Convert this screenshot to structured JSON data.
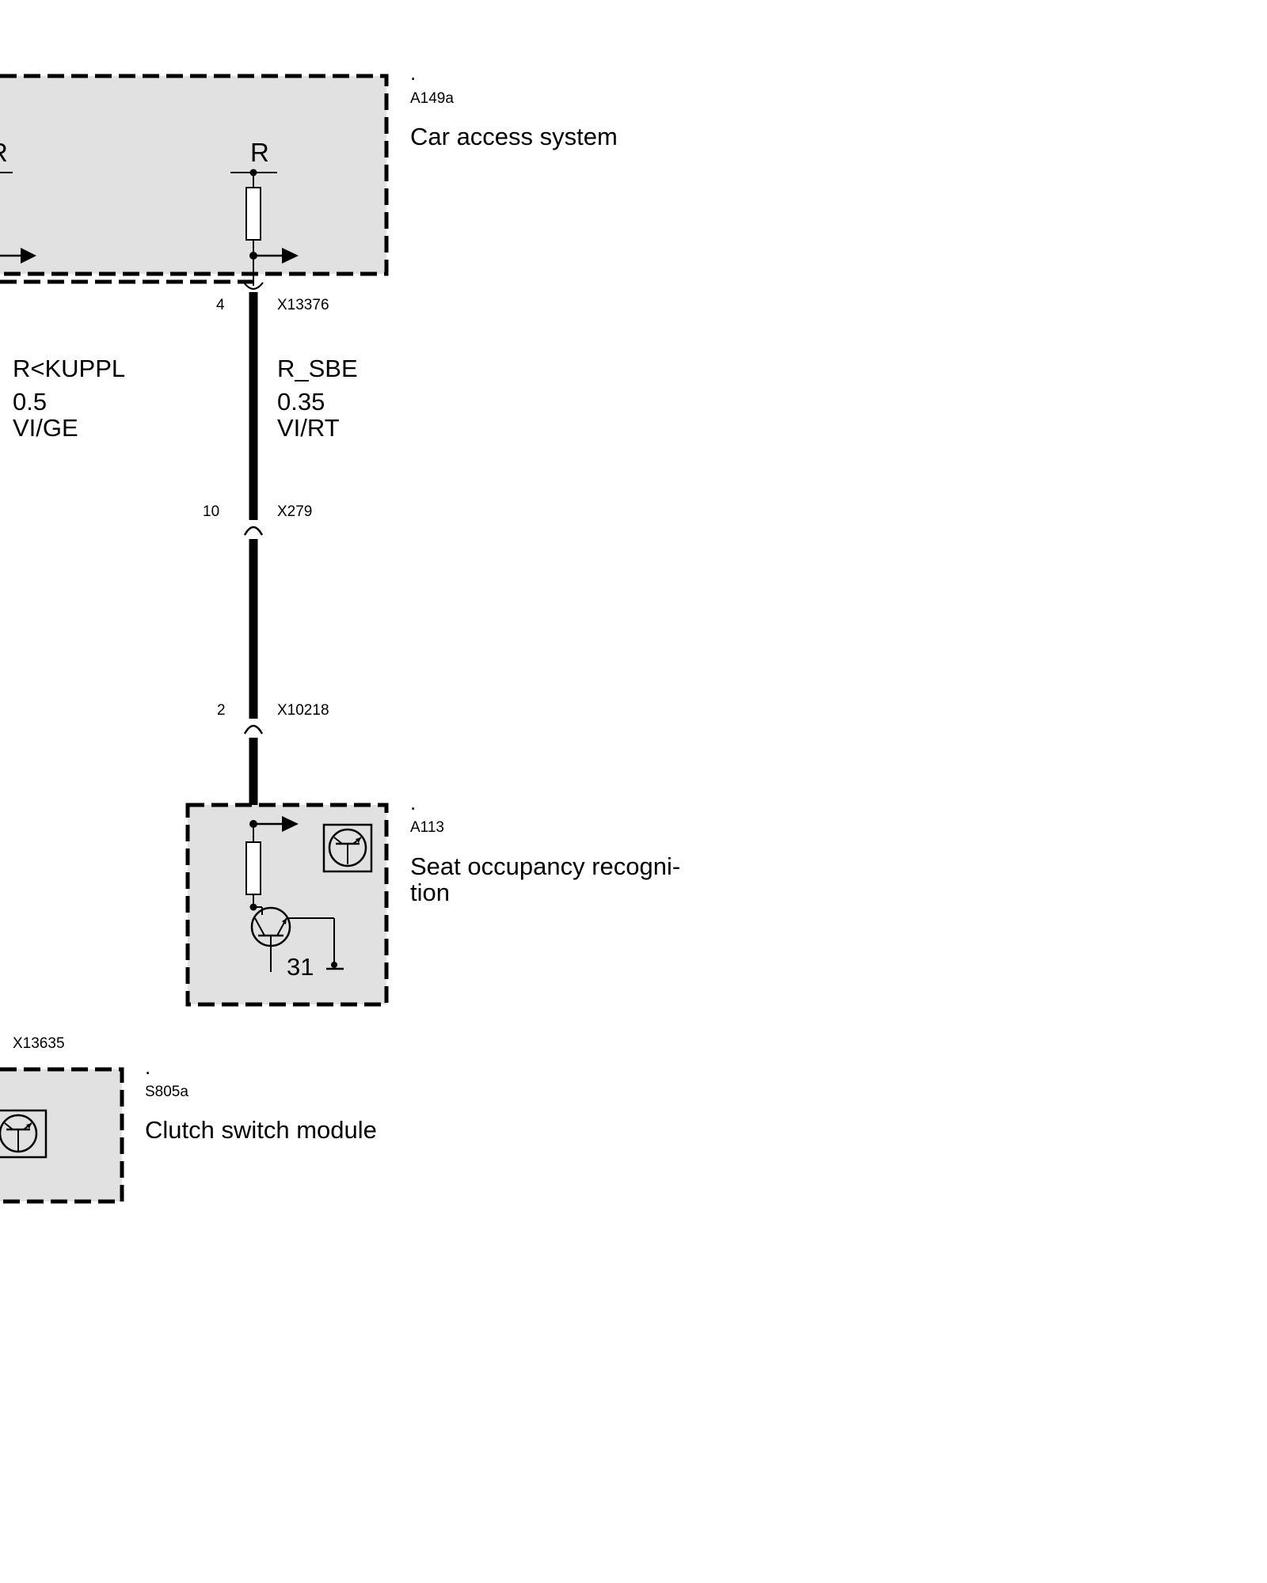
{
  "components": {
    "car_access": {
      "dot": ".",
      "id": "A149a",
      "name": "Car access system",
      "pin_label_left": "R",
      "pin_label_right": "R"
    },
    "seat_occupancy": {
      "dot": ".",
      "id": "A113",
      "name_line1": "Seat occupancy recogni-",
      "name_line2": "tion",
      "ground_label": "31"
    },
    "clutch_switch": {
      "dot": ".",
      "id": "S805a",
      "name": "Clutch switch module"
    }
  },
  "connectors": {
    "c1": {
      "pin": "4",
      "id": "X13376"
    },
    "c2": {
      "pin": "10",
      "id": "X279"
    },
    "c3": {
      "pin": "2",
      "id": "X10218"
    },
    "c4": {
      "id": "X13635"
    }
  },
  "wires": {
    "left": {
      "signal": "R<KUPPL",
      "gauge": "0.5",
      "color": "VI/GE"
    },
    "right": {
      "signal": "R_SBE",
      "gauge": "0.35",
      "color": "VI/RT"
    }
  }
}
